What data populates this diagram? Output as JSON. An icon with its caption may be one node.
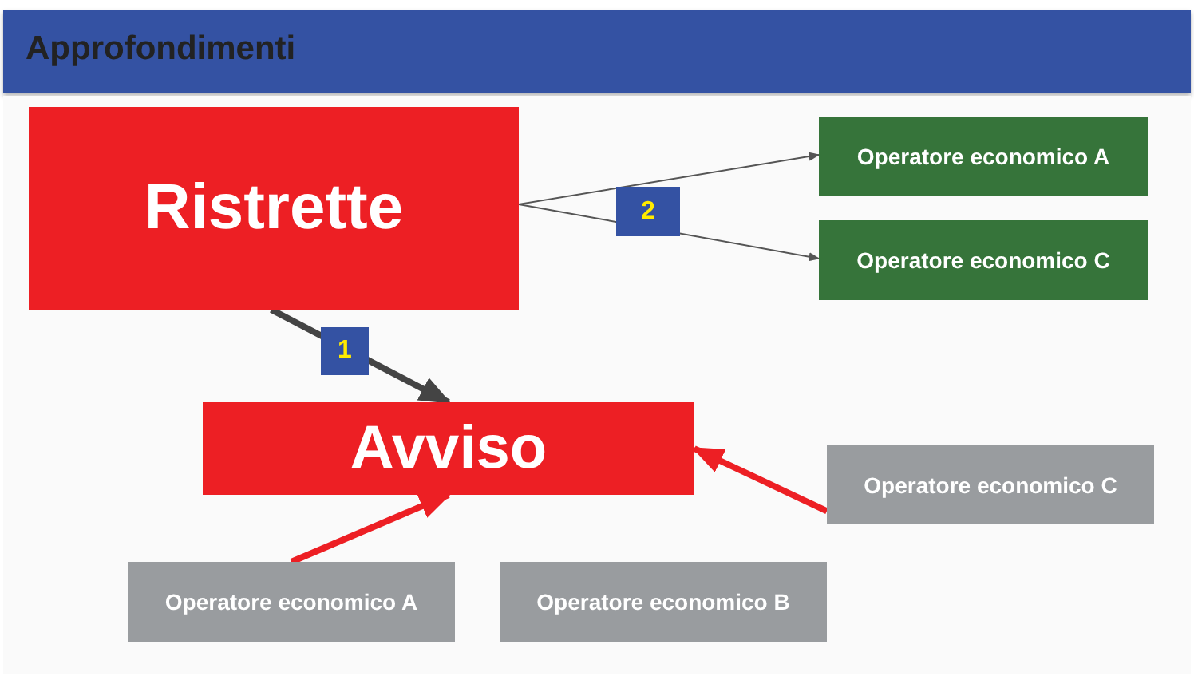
{
  "diagram": {
    "title": "Approfondimenti",
    "nodes": [
      {
        "text": [
          "Ristrette"
        ]
      },
      {
        "text": [
          "Operatore economico A"
        ]
      },
      {
        "text": [
          "Operatore economico C"
        ]
      },
      {
        "text": [
          "Avviso"
        ]
      },
      {
        "text": [
          "Operatore economico C"
        ]
      },
      {
        "text": [
          "Operatore economico A"
        ]
      },
      {
        "text": [
          "Operatore economico B"
        ]
      }
    ],
    "edges": [
      {
        "from": 0,
        "to": 3,
        "arrow": "to",
        "label": "1",
        "color": "#444444"
      },
      {
        "from": 0,
        "to": 1,
        "arrow": "to",
        "label": "2"
      },
      {
        "from": 0,
        "to": 2,
        "arrow": "to"
      },
      {
        "from": 5,
        "to": 3,
        "arrow": "to",
        "color": "#ed1f24"
      },
      {
        "from": 4,
        "to": 3,
        "arrow": "to",
        "color": "#ed1f24"
      }
    ]
  }
}
